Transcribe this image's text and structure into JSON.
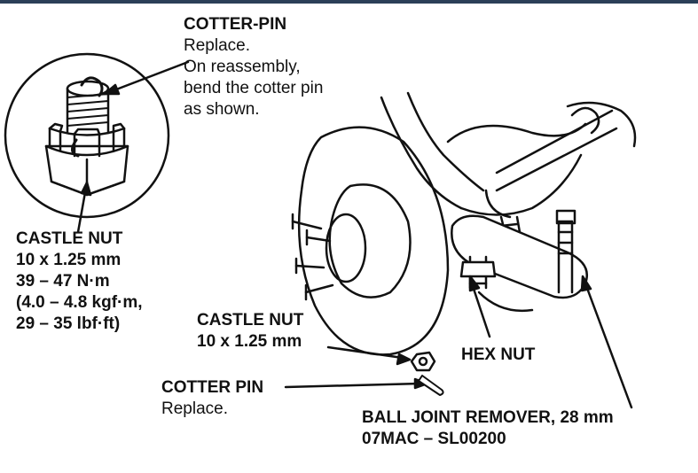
{
  "labels": {
    "cotter_pin_top": {
      "title": "COTTER-PIN",
      "lines": [
        "Replace.",
        "On reassembly,",
        "bend the cotter pin",
        "as shown."
      ]
    },
    "castle_nut_left": {
      "title": "CASTLE NUT",
      "lines": [
        "10 x 1.25 mm",
        "39 – 47 N·m",
        "(4.0 – 4.8 kgf·m,",
        "29 – 35 lbf·ft)"
      ]
    },
    "castle_nut_mid": {
      "title": "CASTLE NUT",
      "line1": "10 x 1.25 mm"
    },
    "hex_nut": {
      "title": "HEX NUT"
    },
    "cotter_pin_bottom": {
      "title": "COTTER PIN",
      "line1": "Replace."
    },
    "ball_joint_remover": {
      "title": "BALL JOINT REMOVER, 28 mm",
      "part_number": "07MAC – SL00200"
    }
  },
  "colors": {
    "ink": "#111111",
    "paper": "#ffffff",
    "frame": "#2b3f58"
  }
}
